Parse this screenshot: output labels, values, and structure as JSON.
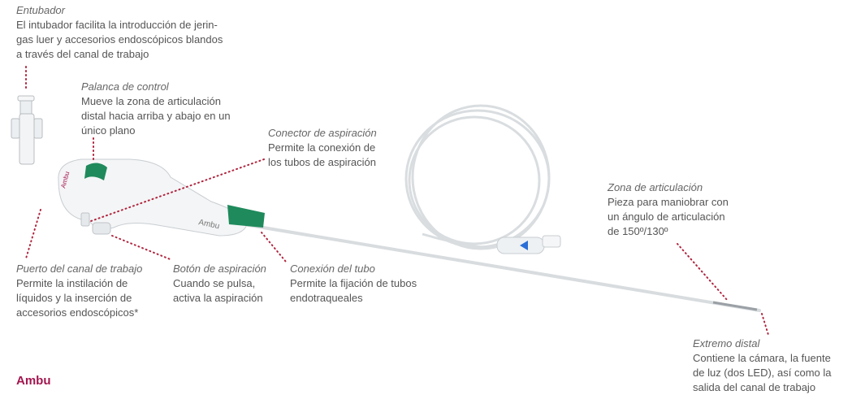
{
  "callouts": {
    "entubador": {
      "title": "Entubador",
      "desc": "El intubador facilita la introducción de jerin-\ngas luer y accesorios endoscópicos blandos\na través del canal de trabajo"
    },
    "palanca": {
      "title": "Palanca de control",
      "desc": "Mueve la zona de articulación\ndistal hacia arriba y abajo en un\núnico plano"
    },
    "conector": {
      "title": "Conector de aspiración",
      "desc": "Permite la conexión de\nlos tubos de aspiración"
    },
    "zona": {
      "title": "Zona de articulación",
      "desc": "Pieza para maniobrar con\nun ángulo de articulación\nde 150º/130º"
    },
    "puerto": {
      "title": "Puerto del canal de trabajo",
      "desc": "Permite la instilación de\nlíquidos y la inserción de\naccesorios endoscópicos*"
    },
    "boton": {
      "title": "Botón de aspiración",
      "desc": "Cuando se pulsa,\nactiva la aspiración"
    },
    "conexion": {
      "title": "Conexión del tubo",
      "desc": "Permite la fijación de tubos\nendotraqueales"
    },
    "extremo": {
      "title": "Extremo distal",
      "desc": "Contiene la cámara, la fuente\nde luz (dos LED), así como la\nsalida del canal de trabajo"
    }
  },
  "footer": {
    "brand": "Ambu"
  },
  "device": {
    "logo_text": "Ambu",
    "accent_color": "#1f8a5c",
    "brand_color": "#a3164f"
  }
}
